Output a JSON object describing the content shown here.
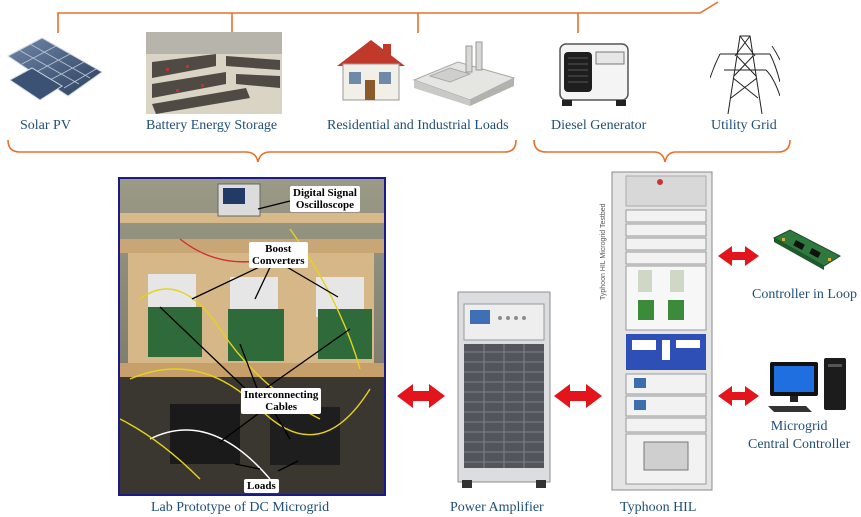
{
  "sources": [
    {
      "key": "solar",
      "label": "Solar PV"
    },
    {
      "key": "battery",
      "label": "Battery Energy Storage"
    },
    {
      "key": "loads",
      "label": "Residential and Industrial Loads"
    },
    {
      "key": "diesel",
      "label": "Diesel Generator"
    },
    {
      "key": "grid",
      "label": "Utility Grid"
    }
  ],
  "lab": {
    "caption": "Lab Prototype of DC Microgrid",
    "callouts": {
      "dso_line1": "Digital Signal",
      "dso_line2": "Oscilloscope",
      "boost_line1": "Boost",
      "boost_line2": "Converters",
      "cables_line1": "Interconnecting",
      "cables_line2": "Cables",
      "loads": "Loads"
    }
  },
  "amplifier": {
    "caption": "Power Amplifier"
  },
  "hil": {
    "caption": "Typhoon HIL",
    "side_text": "Typhoon HIL Microgrid Testbed"
  },
  "controller": {
    "caption": "Controller in Loop"
  },
  "central": {
    "caption_line1": "Microgrid",
    "caption_line2": "Central Controller"
  },
  "colors": {
    "bracket": "#e8702a",
    "arrow": "#e3141b",
    "label": "#1f4e79",
    "frame": "#1a1a8c"
  }
}
